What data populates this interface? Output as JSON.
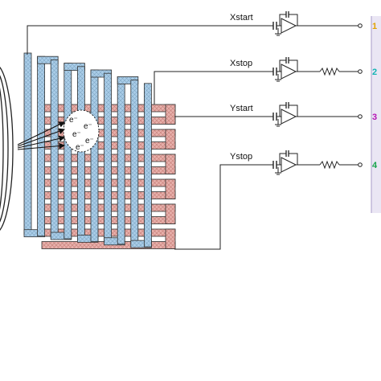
{
  "signals": [
    {
      "label": "Xstart",
      "channel": "1",
      "resistor": false
    },
    {
      "label": "Xstop",
      "channel": "2",
      "resistor": true
    },
    {
      "label": "Ystart",
      "channel": "3",
      "resistor": false
    },
    {
      "label": "Ystop",
      "channel": "4",
      "resistor": true
    }
  ],
  "electron_symbol": "e⁻",
  "colors": {
    "x_electrode": "#aacde8",
    "x_hatch": "#7fa6c4",
    "y_electrode": "#e7b0ab",
    "y_hatch": "#c57d77",
    "outline": "#333333",
    "wire": "#222222",
    "scope_panel": "#eae6f4",
    "ch1": "#e1a200",
    "ch2": "#12b4b4",
    "ch3": "#b515b5",
    "ch4": "#16a34a"
  }
}
